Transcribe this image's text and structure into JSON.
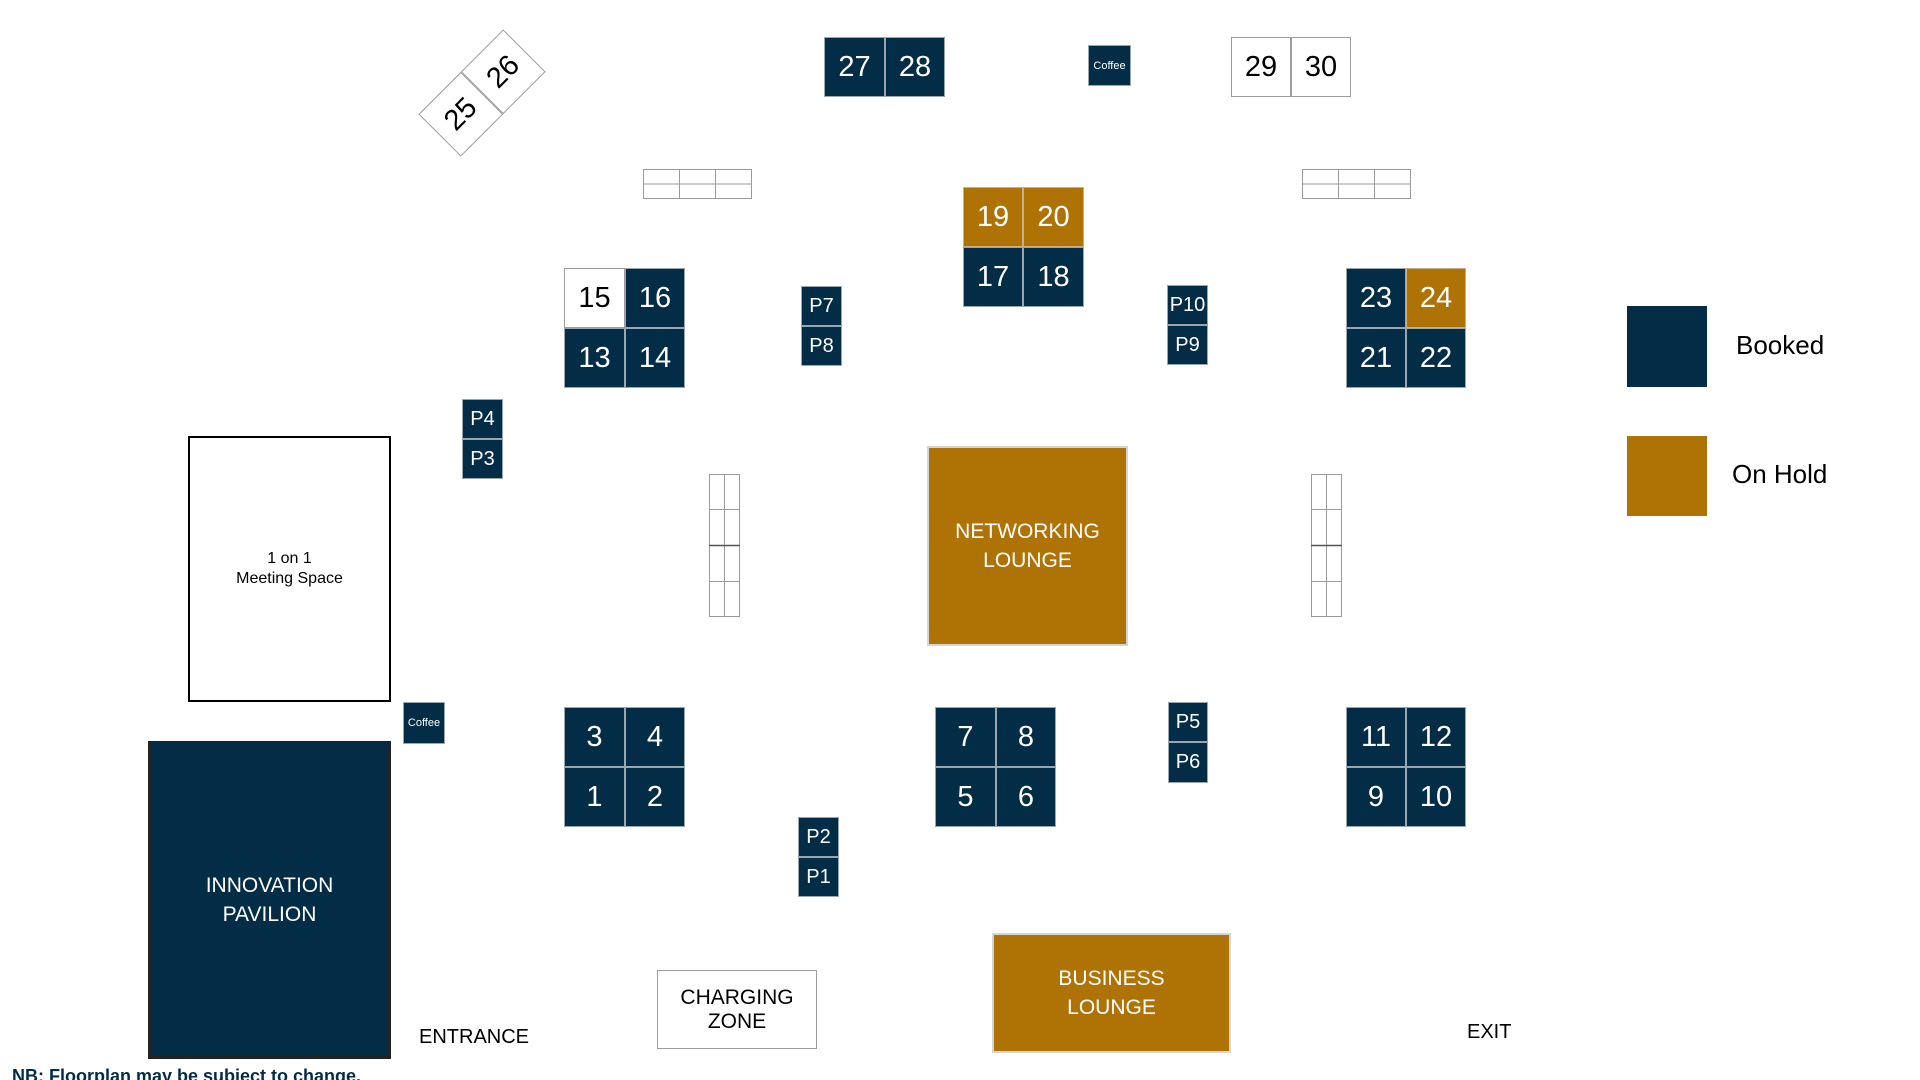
{
  "legend": {
    "booked": "Booked",
    "on_hold": "On Hold",
    "booked_color": "#032c47",
    "on_hold_color": "#af7205"
  },
  "booths": {
    "b1": "1",
    "b2": "2",
    "b3": "3",
    "b4": "4",
    "b5": "5",
    "b6": "6",
    "b7": "7",
    "b8": "8",
    "b9": "9",
    "b10": "10",
    "b11": "11",
    "b12": "12",
    "b13": "13",
    "b14": "14",
    "b15": "15",
    "b16": "16",
    "b17": "17",
    "b18": "18",
    "b19": "19",
    "b20": "20",
    "b21": "21",
    "b22": "22",
    "b23": "23",
    "b24": "24",
    "b25": "25",
    "b26": "26",
    "b27": "27",
    "b28": "28",
    "b29": "29",
    "b30": "30"
  },
  "booth_status": {
    "booked": [
      "1",
      "2",
      "3",
      "4",
      "5",
      "6",
      "7",
      "8",
      "9",
      "10",
      "11",
      "12",
      "13",
      "14",
      "16",
      "17",
      "18",
      "21",
      "22",
      "23",
      "27",
      "28"
    ],
    "on_hold": [
      "19",
      "20",
      "24"
    ],
    "available": [
      "15",
      "25",
      "26",
      "29",
      "30"
    ]
  },
  "pods": {
    "p1": "P1",
    "p2": "P2",
    "p3": "P3",
    "p4": "P4",
    "p5": "P5",
    "p6": "P6",
    "p7": "P7",
    "p8": "P8",
    "p9": "P9",
    "p10": "P10"
  },
  "coffee": {
    "top": "Coffee",
    "left": "Coffee"
  },
  "zones": {
    "meeting_line1": "1 on 1",
    "meeting_line2": "Meeting Space",
    "innovation_line1": "INNOVATION",
    "innovation_line2": "PAVILION",
    "networking_line1": "NETWORKING",
    "networking_line2": "LOUNGE",
    "business_line1": "BUSINESS",
    "business_line2": "LOUNGE",
    "charging_line1": "CHARGING",
    "charging_line2": "ZONE"
  },
  "labels": {
    "entrance": "ENTRANCE",
    "exit": "EXIT",
    "note": "NB: Floorplan may be subject to change."
  }
}
